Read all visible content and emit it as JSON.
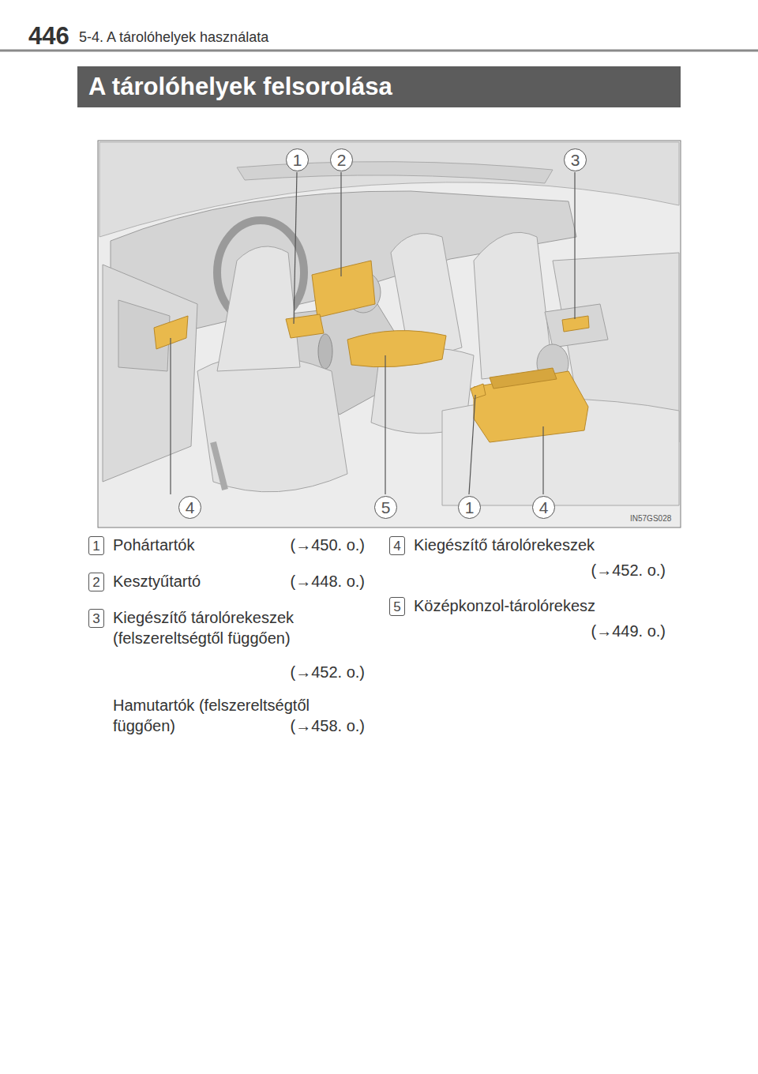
{
  "diagram": {
    "title": "A tárolóhelyek felsorolása",
    "nodes": [
      {
        "text": [
          "1"
        ]
      },
      {
        "text": [
          "2"
        ]
      },
      {
        "text": [
          "3"
        ]
      },
      {
        "text": [
          "4"
        ]
      },
      {
        "text": [
          "5"
        ]
      },
      {
        "text": [
          "1"
        ]
      },
      {
        "text": [
          "4"
        ]
      },
      {
        "text": [
          "1"
        ]
      },
      {
        "text": [
          "2"
        ]
      },
      {
        "text": [
          "3"
        ]
      },
      {
        "text": [
          "4"
        ]
      },
      {
        "text": [
          "5"
        ]
      }
    ],
    "labels": [
      "446",
      "5-4. A tárolóhelyek használata",
      "IN57GS028",
      "Pohártartók",
      "(→450. o.)",
      "Kesztyűtartó",
      "(→448. o.)",
      "Kiegészítő tárolórekeszek (felszereltségtől függően)",
      "(→452. o.)",
      "Hamutartók (felszereltségtől függően)",
      "(→458. o.)",
      "Kiegészítő tárolórekeszek",
      "(→452. o.)",
      "Középkonzol-tárolórekesz",
      "(→449. o.)"
    ]
  }
}
